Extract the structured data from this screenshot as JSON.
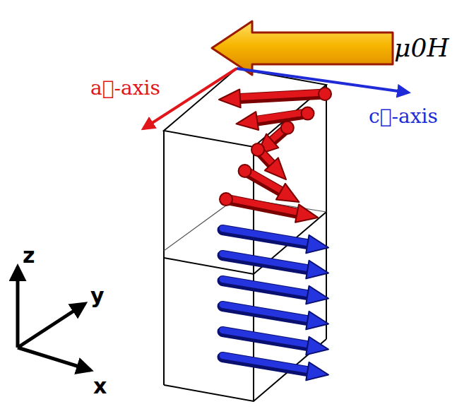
{
  "diagram": {
    "labels": [
      "μ0H",
      "a⃗-axis",
      "c⃗-axis",
      "z",
      "y",
      "x"
    ]
  }
}
